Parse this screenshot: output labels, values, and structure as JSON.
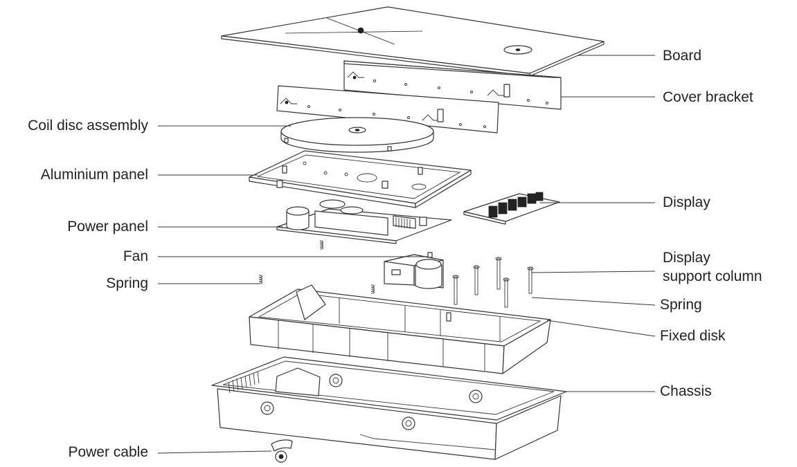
{
  "labels": {
    "board": "Board",
    "cover_bracket": "Cover bracket",
    "coil_disc_assembly": "Coil disc assembly",
    "aluminium_panel": "Aluminium panel",
    "display": "Display",
    "power_panel": "Power panel",
    "fan": "Fan",
    "display_support_column_line1": "Display",
    "display_support_column_line2": "support column",
    "spring_left": "Spring",
    "spring_right": "Spring",
    "fixed_disk": "Fixed disk",
    "chassis": "Chassis",
    "power_cable": "Power cable"
  },
  "colors": {
    "line": "#333333",
    "text": "#222222",
    "background": "#ffffff"
  }
}
